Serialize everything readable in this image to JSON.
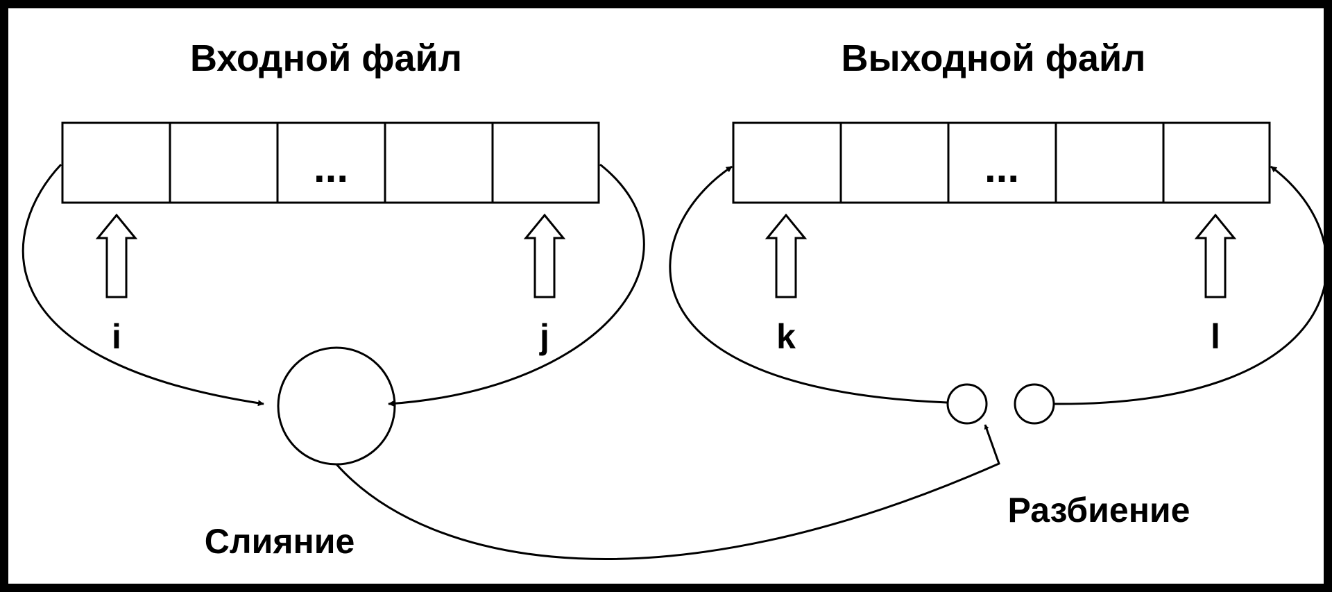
{
  "frame": {
    "border_color": "#000000",
    "background": "#ffffff"
  },
  "input_file": {
    "title": "Входной файл",
    "cells": [
      "",
      "",
      "...",
      "",
      ""
    ],
    "pointers": [
      "i",
      "j"
    ]
  },
  "output_file": {
    "title": "Выходной файл",
    "cells": [
      "",
      "",
      "...",
      "",
      ""
    ],
    "pointers": [
      "k",
      "l"
    ]
  },
  "merge": {
    "label": "Слияние"
  },
  "split": {
    "label": "Разбиение"
  }
}
